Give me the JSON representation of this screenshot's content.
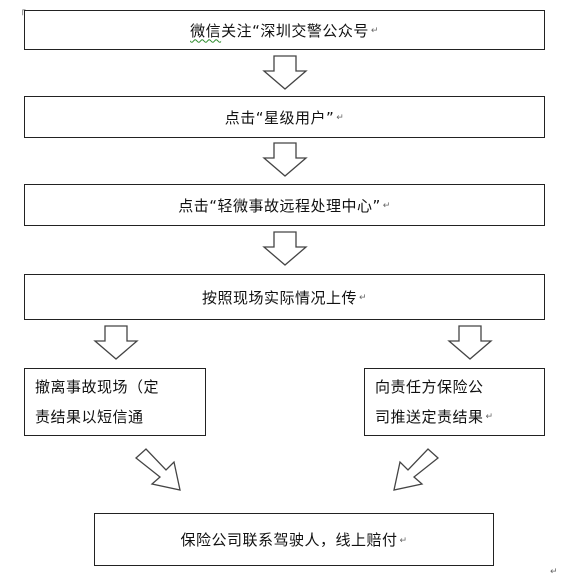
{
  "steps": {
    "step1_prefix": "微信",
    "step1_rest": "关注“深圳交警公众号",
    "step2": "点击“星级用户”",
    "step3": "点击“轻微事故远程处理中心”",
    "step4": "按照现场实际情况上传",
    "step5_left_line1": "撤离事故现场（定",
    "step5_left_line2": "责结果以短信通",
    "step5_right_line1": "向责任方保险公",
    "step5_right_line2": "司推送定责结果",
    "step6": "保险公司联系驾驶人，线上赔付"
  },
  "para_mark": "↵",
  "corner_mark": "┌"
}
